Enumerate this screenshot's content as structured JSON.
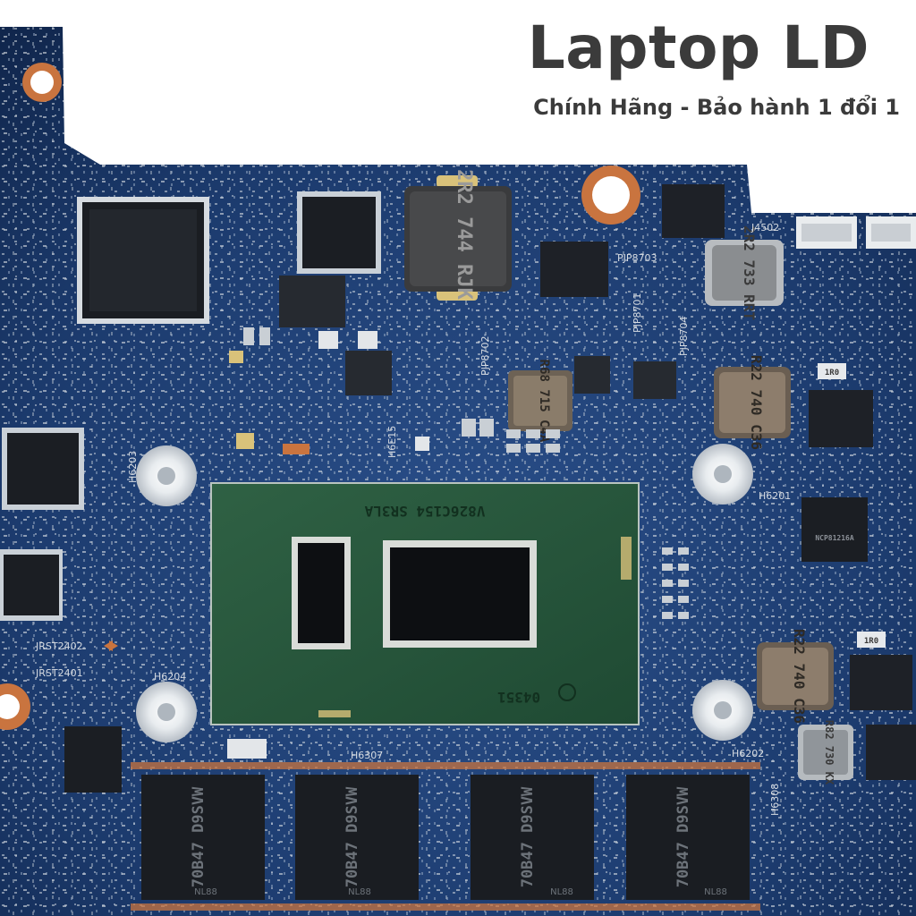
{
  "brand": {
    "title": "Laptop LD",
    "subtitle": "Chính Hãng - Bảo hành 1 đổi 1"
  },
  "board": {
    "cpu_marking": "V826C154 SR3LA",
    "cpu_lot": "04351",
    "inductors": [
      "2R2 744 RJK",
      "2R2 733 RRT",
      "R68 715 C4A",
      "R22 740 C36",
      "R22 740 C36",
      "R82 730 KX"
    ],
    "silkscreen": [
      "J4502",
      "PJP8703",
      "PJP8702",
      "PJP8701",
      "PJP8704",
      "H6203",
      "H6201",
      "H6204",
      "H6202",
      "H6307",
      "H6308",
      "JRST2402",
      "JRST2401",
      "H6E15"
    ],
    "memory_marking": [
      "70B47 D9SVW",
      "70B47 D9SVW",
      "70B47 D9SVW",
      "70B47 D9SVW"
    ],
    "memory_bottom": "NL88",
    "controller_marking": "NCP81216A",
    "resistor_marking": "1R0"
  },
  "colors": {
    "pcb": "#1c3b6e",
    "pcb_dark": "#10244a",
    "die": "#2a5a3e",
    "brand_text": "#3b3b3b"
  }
}
